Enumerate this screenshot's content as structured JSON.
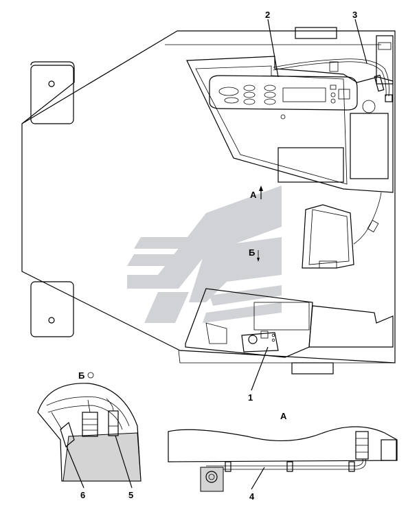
{
  "labels": {
    "callout_1": "1",
    "callout_2": "2",
    "callout_3": "3",
    "callout_4": "4",
    "callout_5": "5",
    "callout_6": "6",
    "view_a_arrow": "А",
    "view_b_arrow": "Б",
    "view_a_title": "А",
    "view_b_title": "Б"
  },
  "colors": {
    "line": "#000000",
    "shade": "#d4d4d4",
    "watermark": "#c8cbcf"
  }
}
